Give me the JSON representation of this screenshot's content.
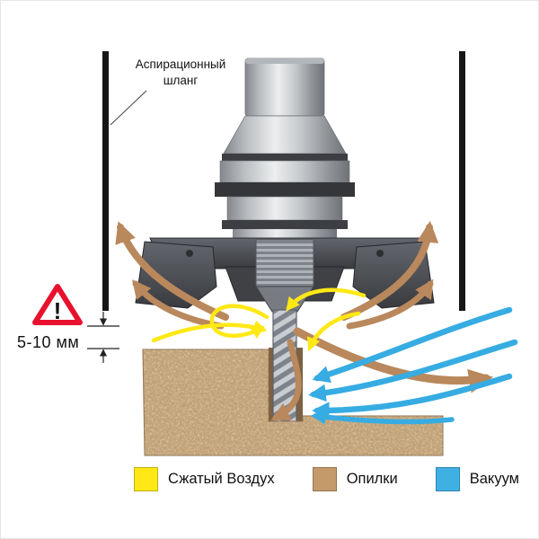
{
  "diagram": {
    "labels": {
      "hose": "Аспирационный шланг",
      "gap": "5-10 мм",
      "warning_mark": "!"
    },
    "legend": [
      {
        "label": "Сжатый Воздух",
        "color": "#FFE816"
      },
      {
        "label": "Опилки",
        "color": "#C49A6B"
      },
      {
        "label": "Вакуум",
        "color": "#3FB0E4"
      }
    ],
    "flow_colors": {
      "compressed_air": "#FFE816",
      "chips": "#B9885C",
      "vacuum": "#36ACE2"
    },
    "warning_color": "#E8112D",
    "material_color": "#C7A77C"
  }
}
